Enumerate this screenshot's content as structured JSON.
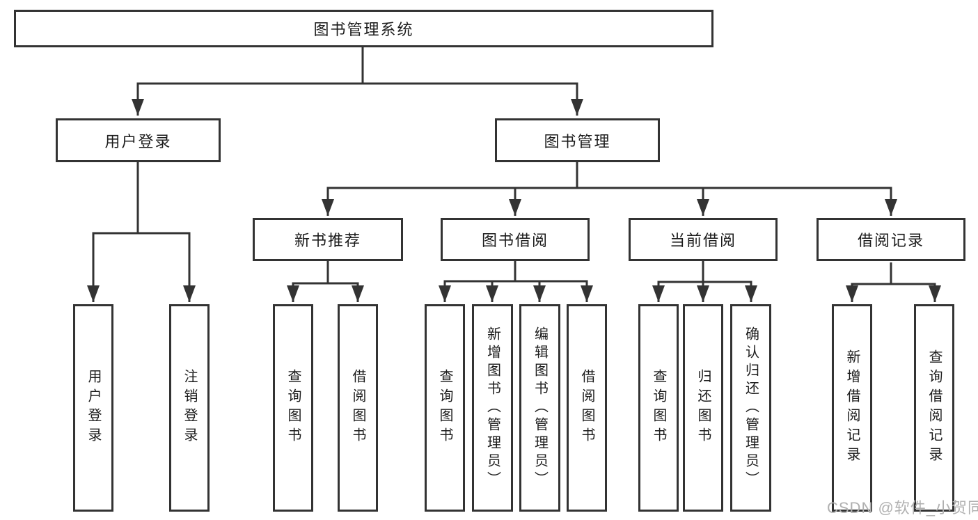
{
  "colors": {
    "line": "#333333",
    "text": "#1c1c1c",
    "watermark": "#b0b0b0",
    "background": "#ffffff"
  },
  "tree": {
    "root": "图书管理系统",
    "children": [
      {
        "label": "用户登录",
        "children": [
          "用户登录",
          "注销登录"
        ]
      },
      {
        "label": "图书管理",
        "children": [
          {
            "label": "新书推荐",
            "children": [
              "查询图书",
              "借阅图书"
            ]
          },
          {
            "label": "图书借阅",
            "children": [
              "查询图书",
              "新增图书（管理员）",
              "编辑图书（管理员）",
              "借阅图书"
            ]
          },
          {
            "label": "当前借阅",
            "children": [
              "查询图书",
              "归还图书",
              "确认归还（管理员）"
            ]
          },
          {
            "label": "借阅记录",
            "children": [
              "新增借阅记录",
              "查询借阅记录"
            ]
          }
        ]
      }
    ]
  },
  "watermark": {
    "text": "CSDN @软件_小贺同学"
  }
}
